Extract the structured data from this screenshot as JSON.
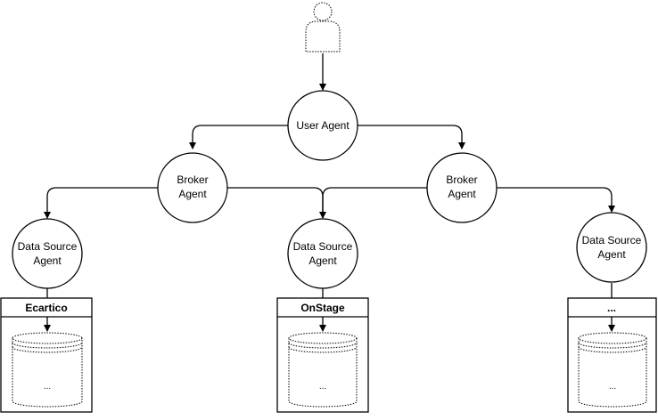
{
  "diagram": {
    "user_agent": {
      "label": "User Agent"
    },
    "broker_agents": [
      {
        "line1": "Broker",
        "line2": "Agent"
      },
      {
        "line1": "Broker",
        "line2": "Agent"
      }
    ],
    "data_source_agents": [
      {
        "line1": "Data Source",
        "line2": "Agent"
      },
      {
        "line1": "Data Source",
        "line2": "Agent"
      },
      {
        "line1": "Data Source",
        "line2": "Agent"
      }
    ],
    "databases": [
      {
        "title": "Ecartico",
        "content": "..."
      },
      {
        "title": "OnStage",
        "content": "..."
      },
      {
        "title": "...",
        "content": "..."
      }
    ]
  },
  "colors": {
    "stroke": "#000000",
    "background": "#ffffff"
  }
}
